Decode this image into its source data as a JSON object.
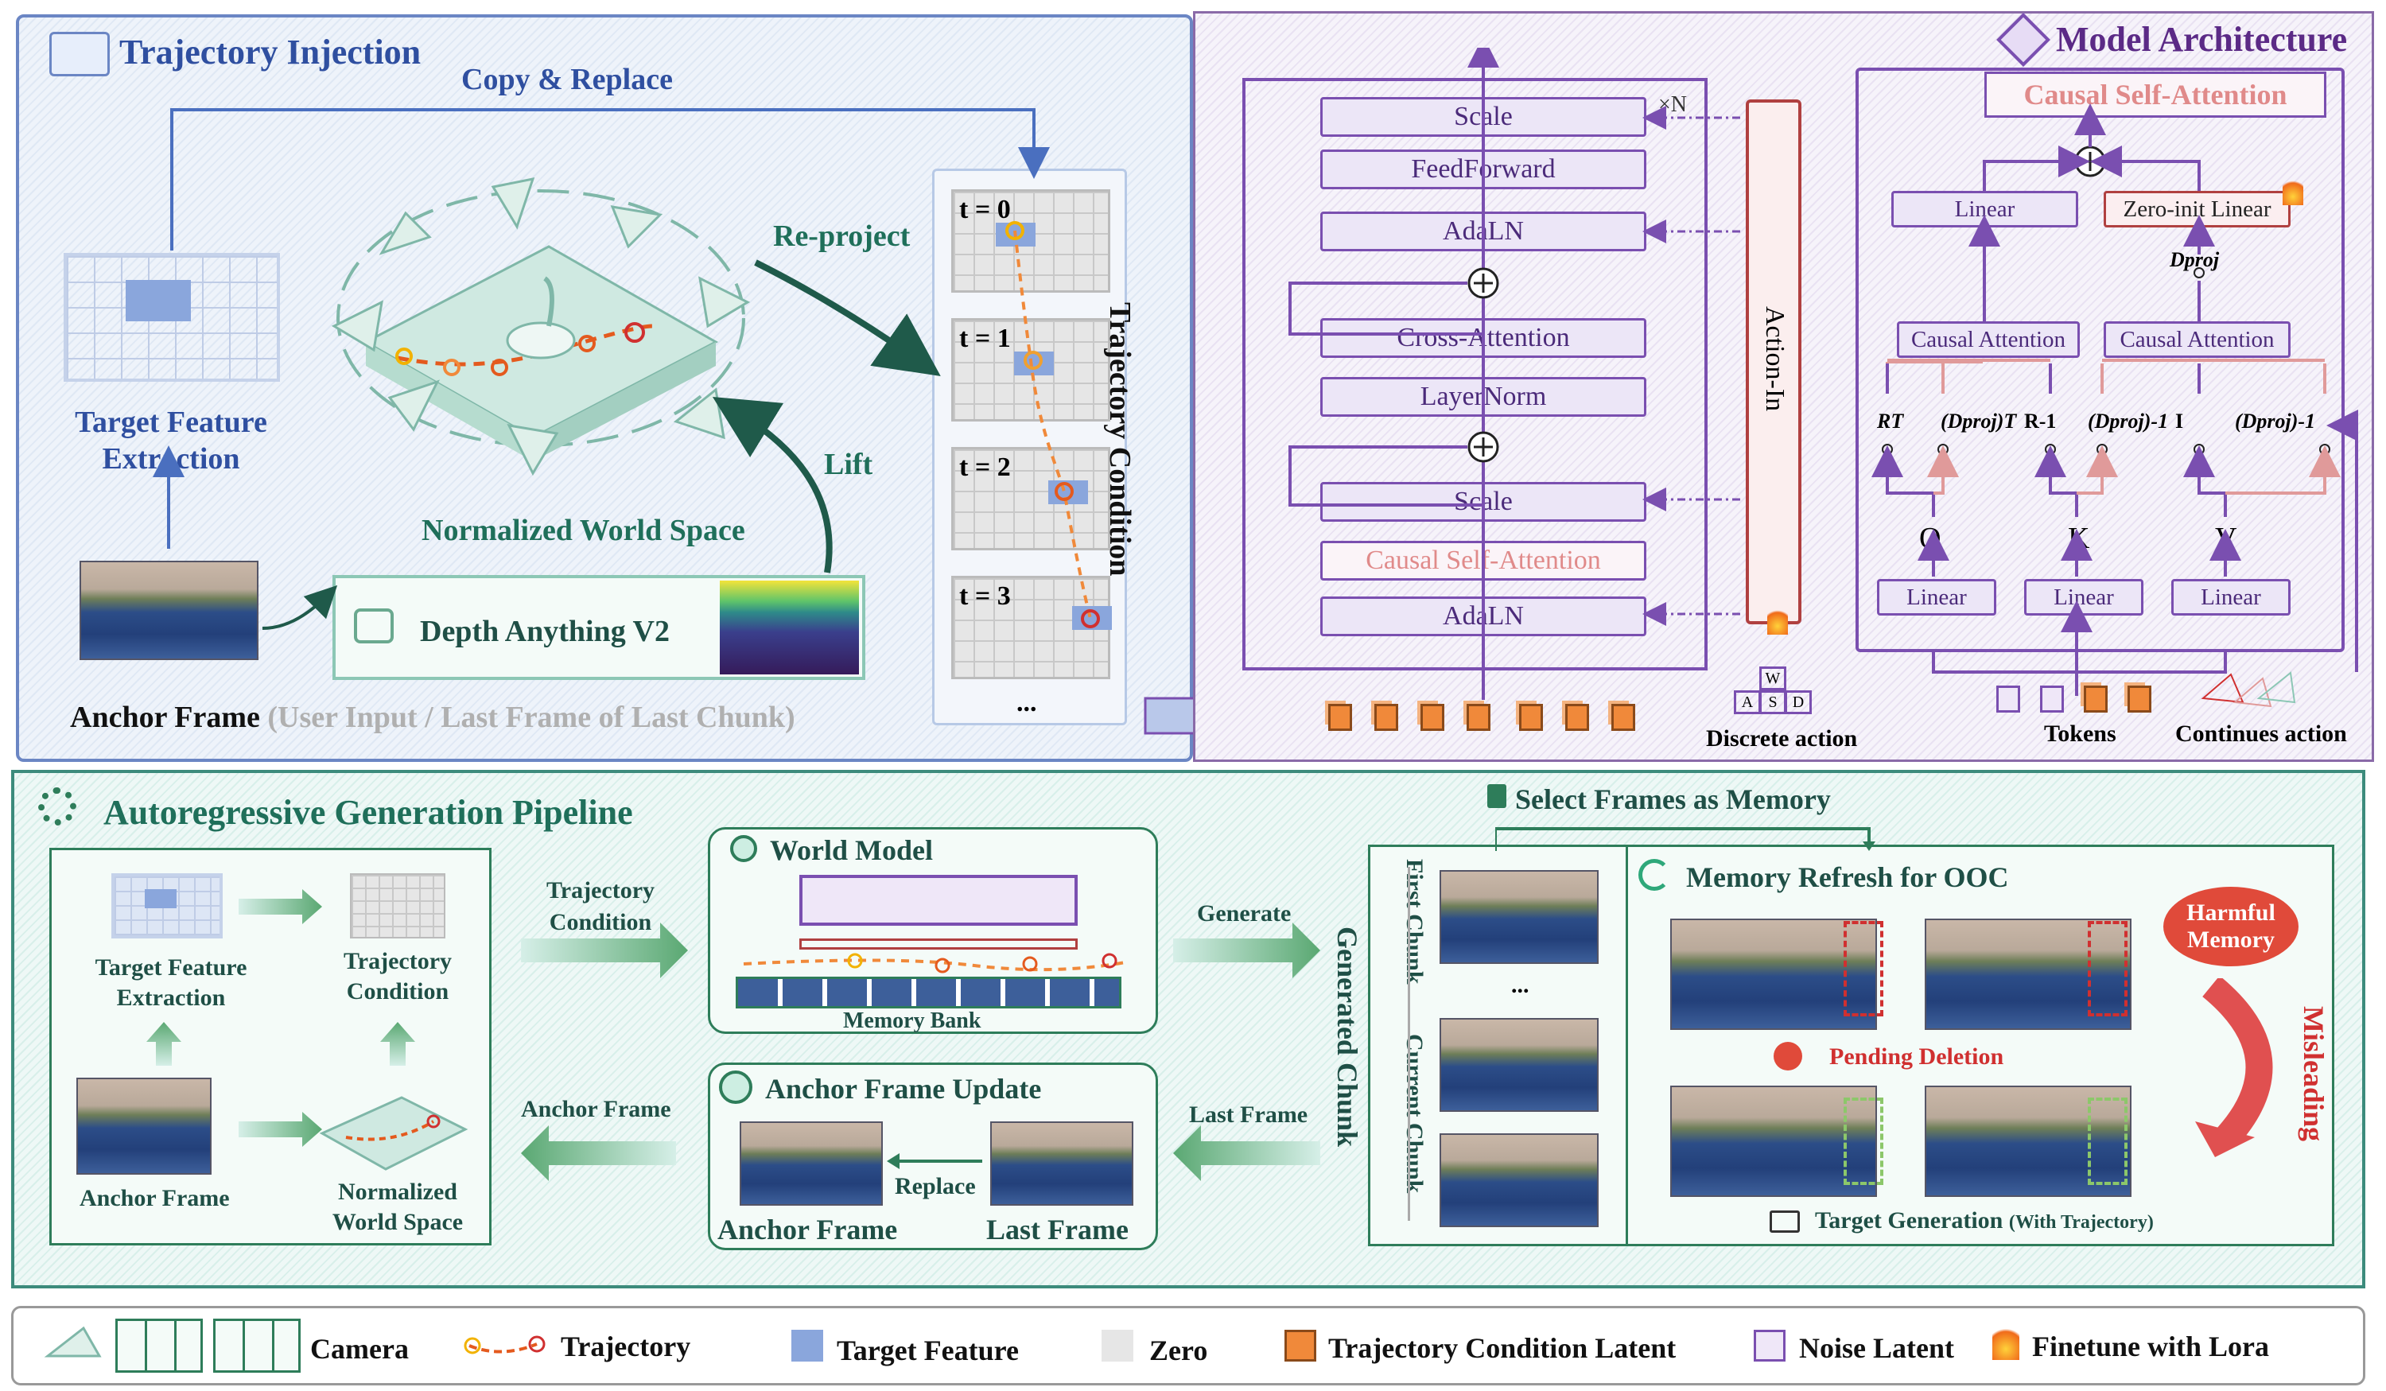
{
  "trajectory_injection": {
    "title": "Trajectory Injection",
    "copy_replace": "Copy & Replace",
    "target_feature_extraction": "Target Feature\nExtraction",
    "re_project": "Re-project",
    "lift": "Lift",
    "normalized_world_space": "Normalized World Space",
    "depth_anything": "Depth Anything V2",
    "anchor_frame": "Anchor Frame",
    "anchor_frame_note": "(User Input / Last Frame of Last Chunk)",
    "trajectory_condition": "Trajectory Condition",
    "timesteps": [
      "t = 0",
      "t = 1",
      "t = 2",
      "t = 3"
    ],
    "ellipsis": "..."
  },
  "model_architecture": {
    "title": "Model Architecture",
    "block_top": [
      "Scale",
      "FeedForward",
      "AdaLN"
    ],
    "block_mid": [
      "Cross-Attention",
      "LayerNorm"
    ],
    "block_bottom": [
      "Scale",
      "Causal Self-Attention",
      "AdaLN"
    ],
    "repeat": "×N",
    "action_in": "Action-In",
    "discrete_action": "Discrete action",
    "attn_title": "Causal Self-Attention",
    "linear": "Linear",
    "zero_init_linear": "Zero-init Linear",
    "causal_attention": "Causal Attention",
    "dproj": "Dproj",
    "q": "Q",
    "k": "K",
    "v": "V",
    "rt": "RT",
    "dproj_t": "(Dproj)T",
    "r_inv": "R-1",
    "dproj_inv": "(Dproj)-1",
    "i": "I",
    "tokens": "Tokens",
    "continues_action": "Continues action",
    "wasd": [
      "W",
      "A",
      "S",
      "D"
    ]
  },
  "pipeline": {
    "title": "Autoregressive Generation Pipeline",
    "target_feature_extraction": "Target Feature\nExtraction",
    "trajectory_condition": "Trajectory\nCondition",
    "anchor_frame": "Anchor Frame",
    "normalized_world_space": "Normalized\nWorld Space",
    "trajectory_condition_arrow": "Trajectory\nCondition",
    "anchor_frame_arrow": "Anchor Frame",
    "world_model": "World Model",
    "memory_bank": "Memory Bank",
    "anchor_frame_update": "Anchor Frame Update",
    "replace": "Replace",
    "anchor_frame_label": "Anchor Frame",
    "last_frame_label": "Last Frame",
    "generate": "Generate",
    "last_frame_arrow": "Last Frame",
    "generated_chunk": "Generated Chunk",
    "select_frames": "Select Frames as Memory",
    "first_chunk": "First Chunk",
    "current_chunk": "Current Chunk",
    "memory_refresh": "Memory Refresh for OOC",
    "harmful_memory": "Harmful\nMemory",
    "pending_deletion": "Pending Deletion",
    "misleading": "Misleading",
    "target_generation": "Target Generation",
    "target_generation_note": "(With Trajectory)"
  },
  "legend": {
    "camera": "Camera",
    "trajectory": "Trajectory",
    "target_feature": "Target Feature",
    "zero": "Zero",
    "trajectory_condition_latent": "Trajectory Condition Latent",
    "noise_latent": "Noise Latent",
    "finetune_lora": "Finetune with Lora"
  },
  "colors": {
    "blue_title": "#2f4fa0",
    "purple_title": "#5b2a86",
    "green_title": "#1f4f46",
    "orange": "#f0893a",
    "purple": "#7a4fb0",
    "red": "#d03030",
    "target_feature": "#8aa6dc"
  }
}
